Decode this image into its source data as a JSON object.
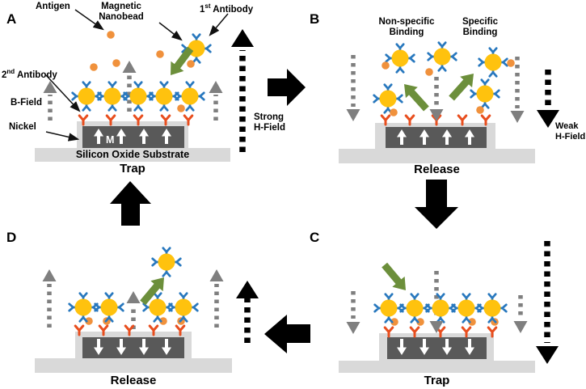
{
  "figure": {
    "panel_a": {
      "letter": "A",
      "caption": "Trap",
      "substrate_label": "Silicon Oxide Substrate",
      "magnetization_label": "M",
      "field_line1": "Strong",
      "field_line2": "H-Field",
      "callouts": {
        "antigen": "Antigen",
        "nanobead_line1": "Magnetic",
        "nanobead_line2": "Nanobead",
        "first_antibody_base": "1",
        "first_antibody_sup": "st",
        "first_antibody_rest": " Antibody",
        "second_antibody_base": "2",
        "second_antibody_sup": "nd",
        "second_antibody_rest": " Antibody",
        "b_field": "B-Field",
        "nickel": "Nickel"
      }
    },
    "panel_b": {
      "letter": "B",
      "caption": "Release",
      "nonspecific_line1": "Non-specific",
      "nonspecific_line2": "Binding",
      "specific_line1": "Specific",
      "specific_line2": "Binding",
      "field_line1": "Weak",
      "field_line2": "H-Field"
    },
    "panel_c": {
      "letter": "C",
      "caption": "Trap"
    },
    "panel_d": {
      "letter": "D",
      "caption": "Release"
    }
  },
  "palette": {
    "bead": "#FFC20E",
    "blue": "#2878BE",
    "red": "#E84E1E",
    "antigen": "#F0913C",
    "green": "#6C8F3B",
    "gray": "#7F7F7F",
    "nickel": "#595959",
    "substrate": "#D9D9D9",
    "black": "#000000"
  },
  "icons": {
    "magnetic_nanobead": "yellow-circle",
    "first_antibody": "blue-y-shape",
    "second_antibody": "red-y-shape",
    "antigen": "orange-blob",
    "b_field_arrow": "gray-dashed-arrow",
    "h_field_arrow": "black-dashed-arrow",
    "magnetization_arrow": "white-solid-arrow",
    "cycle_arrow": "black-block-arrow",
    "motion_arrow": "green-block-arrow"
  }
}
